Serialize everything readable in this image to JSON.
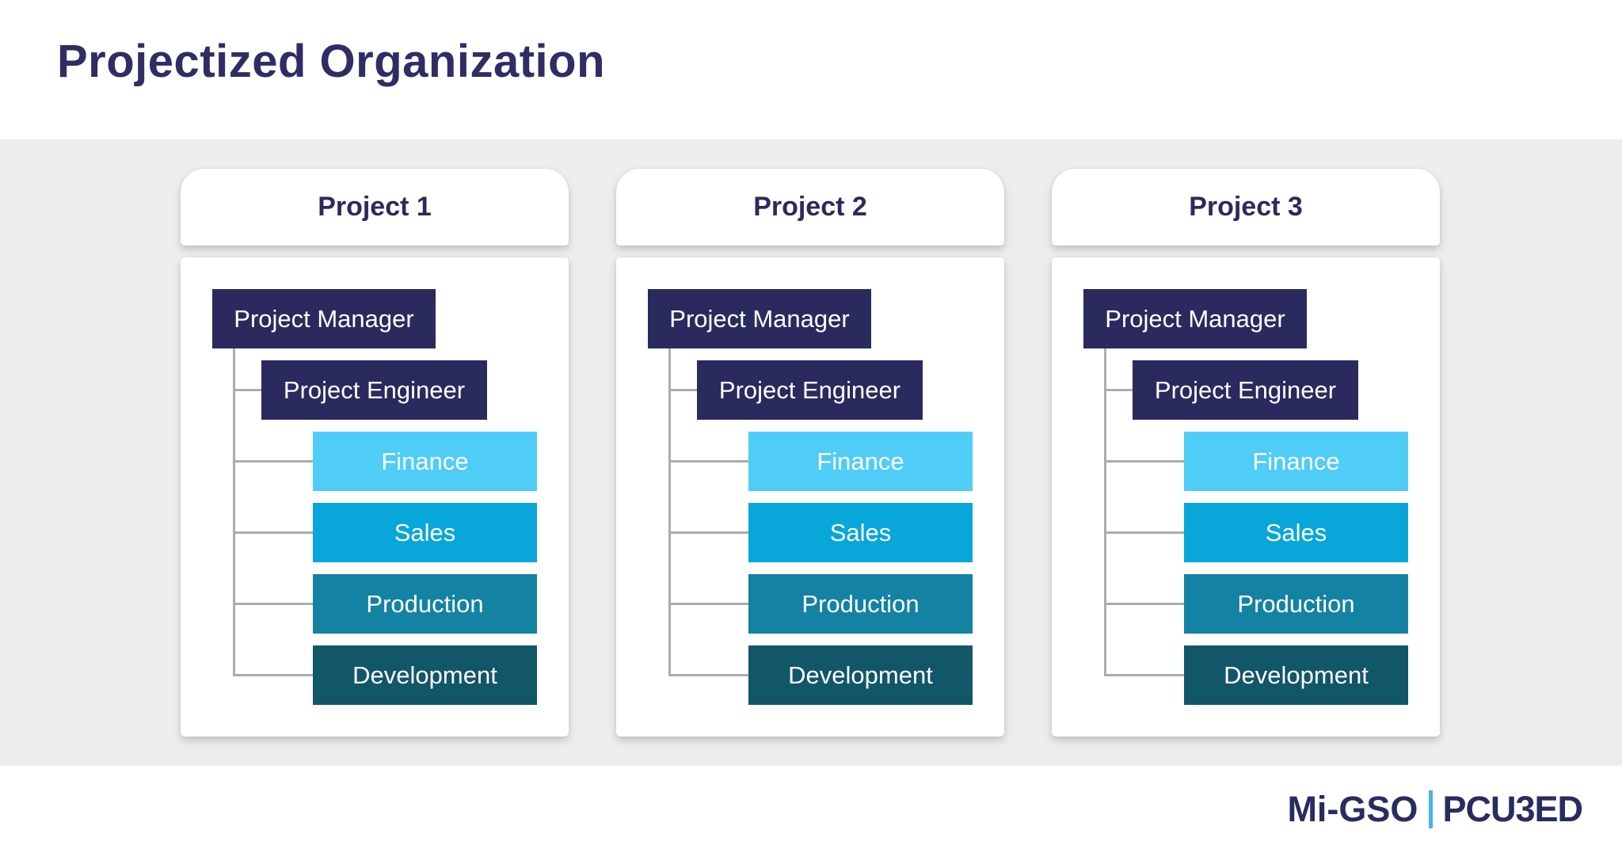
{
  "title": "Projectized Organization",
  "cards": [
    {
      "title": "Project 1",
      "nodes": [
        "Project Manager",
        "Project Engineer",
        "Finance",
        "Sales",
        "Production",
        "Development"
      ]
    },
    {
      "title": "Project 2",
      "nodes": [
        "Project Manager",
        "Project Engineer",
        "Finance",
        "Sales",
        "Production",
        "Development"
      ]
    },
    {
      "title": "Project 3",
      "nodes": [
        "Project Manager",
        "Project Engineer",
        "Finance",
        "Sales",
        "Production",
        "Development"
      ]
    }
  ],
  "palette": [
    "#2B2A5E",
    "#2B2A5E",
    "#4FCDF7",
    "#09A6DA",
    "#1482A3",
    "#12566A"
  ],
  "colors": {
    "title_text": "#2F2D66",
    "card_background": "#FFFFFF",
    "canvas_band": "#EDEDED",
    "connector_line": "#ACACAC",
    "node_text": "#FFFFFF",
    "logo_navy": "#282C60",
    "logo_separator": "#44B4E4"
  },
  "footer": {
    "brand_left": "Mi-GSO",
    "brand_right": "PCU3ED"
  }
}
